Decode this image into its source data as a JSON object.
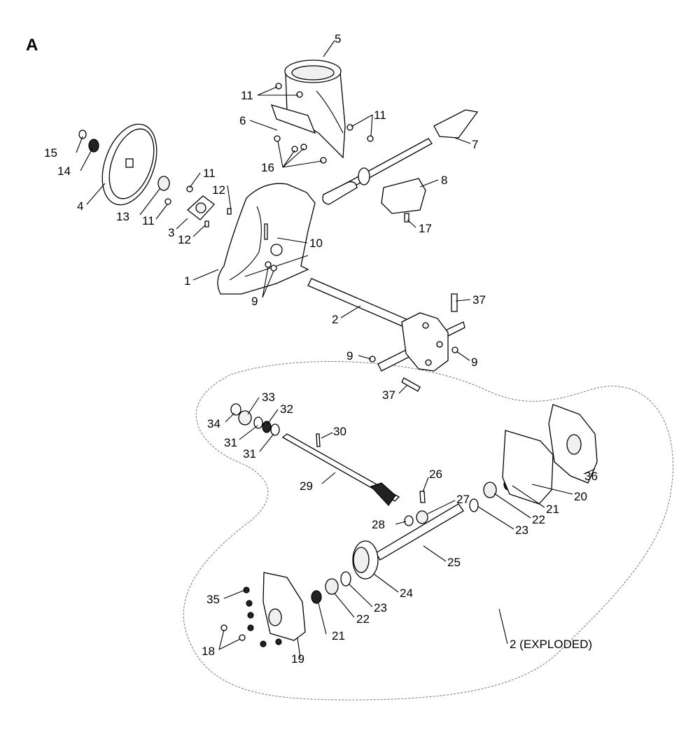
{
  "section_letter": "A",
  "exploded_view_label": "2 (EXPLODED)",
  "part_labels": {
    "p1": "1",
    "p2": "2",
    "p3": "3",
    "p4": "4",
    "p5": "5",
    "p6": "6",
    "p7": "7",
    "p8": "8",
    "p9": "9",
    "p10": "10",
    "p11": "11",
    "p12": "12",
    "p13": "13",
    "p14": "14",
    "p15": "15",
    "p16": "16",
    "p17": "17",
    "p18": "18",
    "p19": "19",
    "p20": "20",
    "p21": "21",
    "p22": "22",
    "p23": "23",
    "p24": "24",
    "p25": "25",
    "p26": "26",
    "p27": "27",
    "p28": "28",
    "p29": "29",
    "p30": "30",
    "p31": "31",
    "p32": "32",
    "p33": "33",
    "p34": "34",
    "p35": "35",
    "p36": "36",
    "p37": "37"
  }
}
